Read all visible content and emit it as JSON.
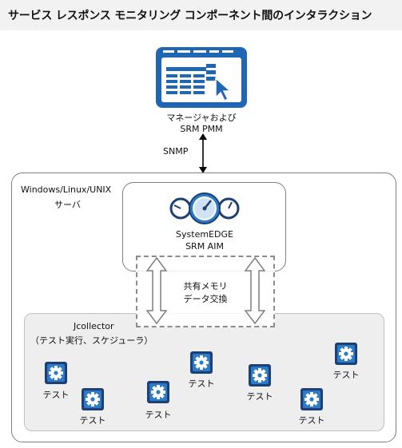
{
  "title": "サービス レスポンス モニタリング コンポーネント間のインタラクション",
  "manager": {
    "line1": "マネージャおよび",
    "line2": "SRM PMM"
  },
  "snmp_label": "SNMP",
  "server": {
    "line1": "Windows/Linux/UNIX",
    "line2": "サーバ"
  },
  "systemedge": {
    "line1": "SystemEDGE",
    "line2": "SRM AIM"
  },
  "shared_memory": {
    "line1": "共有メモリ",
    "line2": "データ交換"
  },
  "jcollector": {
    "line1": "Jcollector",
    "line2": "（テスト実行、スケジューラ）"
  },
  "test_label": "テスト",
  "colors": {
    "accent": "#1f66b3",
    "dark_blue": "#1d3f73",
    "box_border": "#7f7f7f",
    "jc_fill": "#eeeeee"
  },
  "icons": [
    "monitor-screen-icon",
    "gauges-icon",
    "gear-icon",
    "double-arrow-icon"
  ]
}
